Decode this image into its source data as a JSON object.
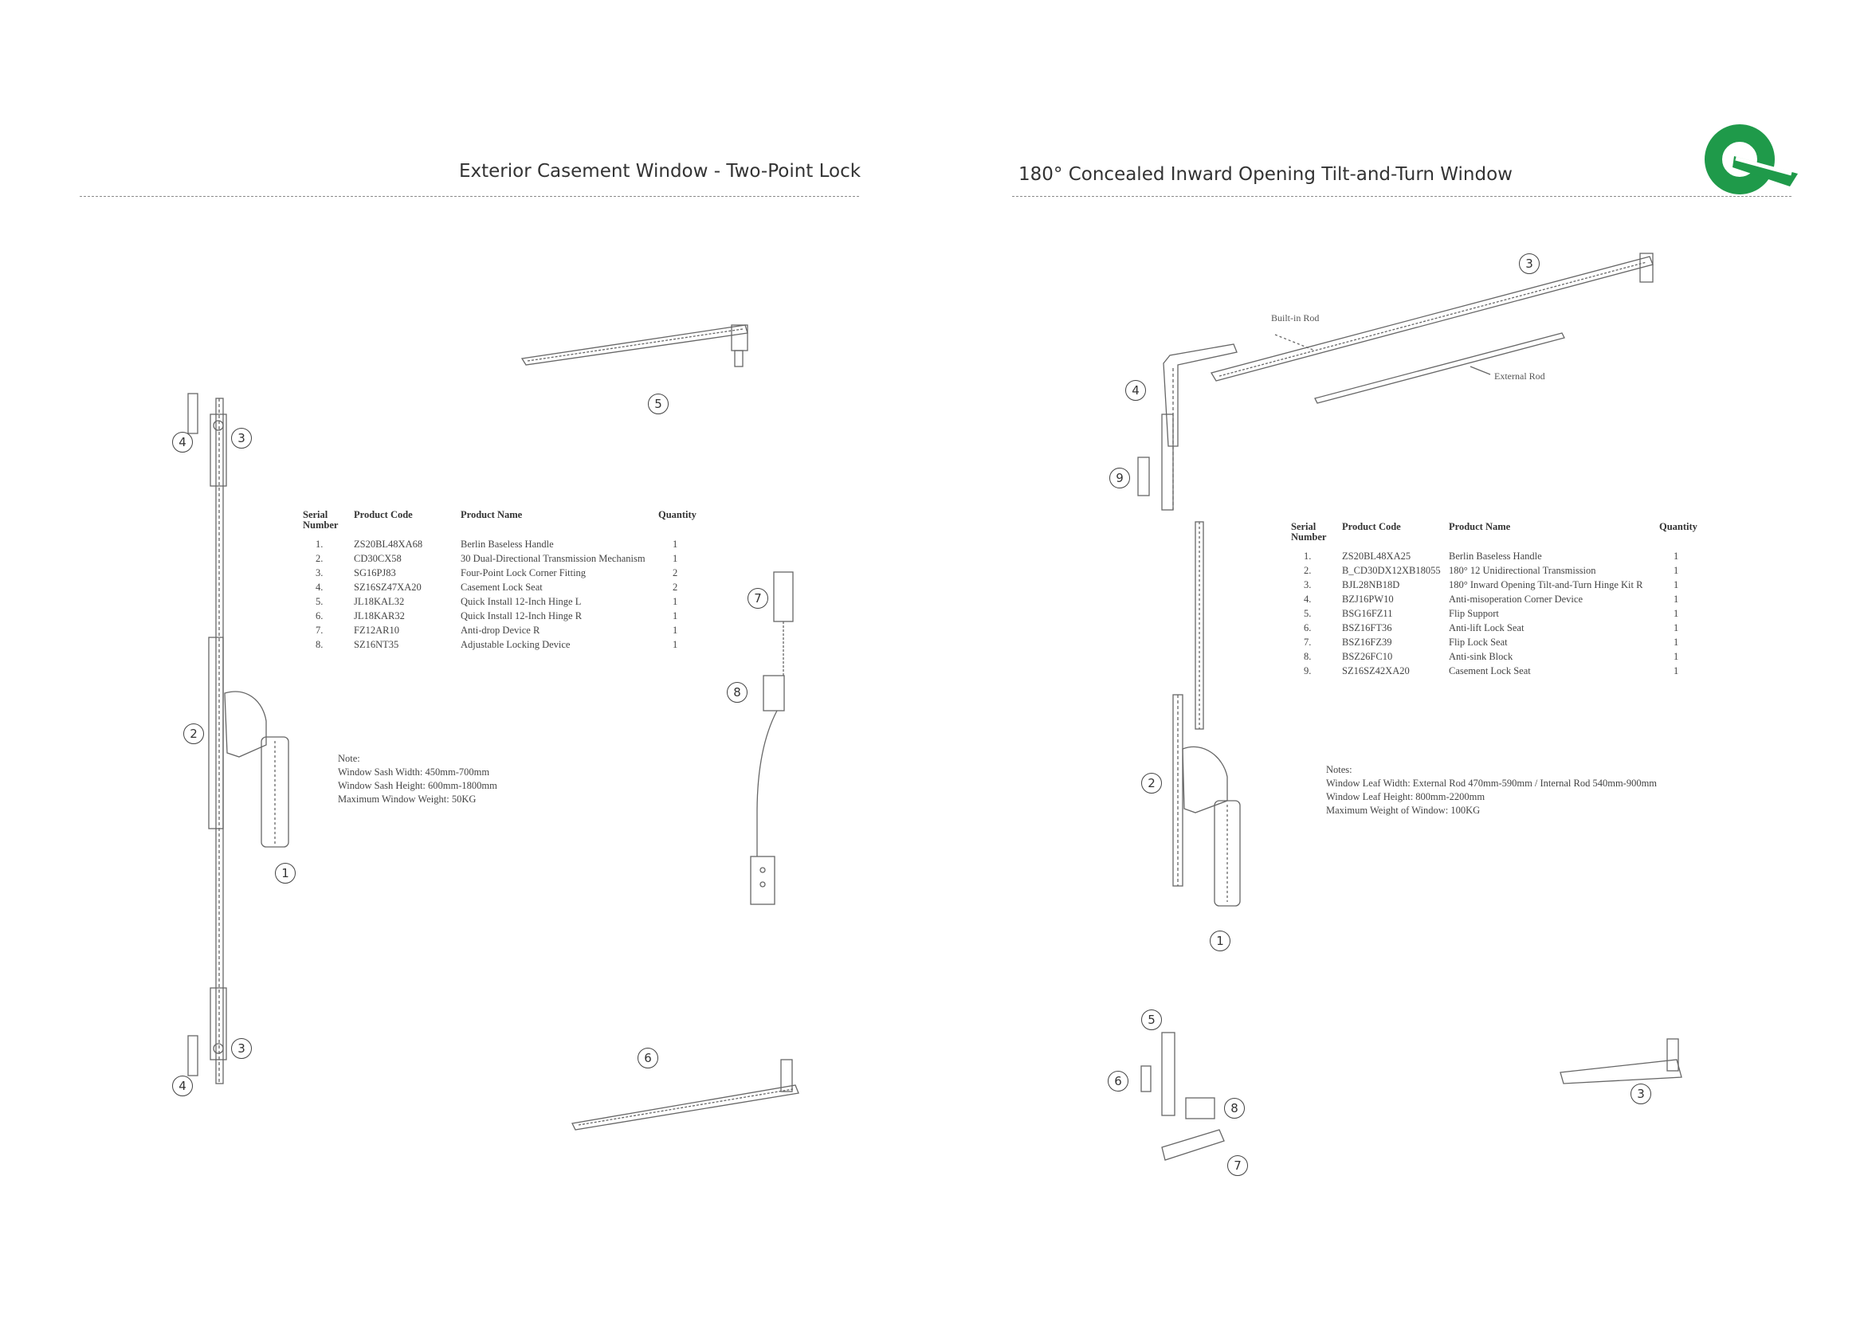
{
  "left": {
    "title": "Exterior Casement Window - Two-Point Lock",
    "table": {
      "headers": {
        "serial": "Serial Number",
        "code": "Product Code",
        "name": "Product Name",
        "qty": "Quantity"
      },
      "rows": [
        {
          "serial": "1.",
          "code": "ZS20BL48XA68",
          "name": "Berlin Baseless Handle",
          "qty": "1"
        },
        {
          "serial": "2.",
          "code": "CD30CX58",
          "name": "30 Dual-Directional Transmission Mechanism",
          "qty": "1"
        },
        {
          "serial": "3.",
          "code": "SG16PJ83",
          "name": "Four-Point Lock Corner Fitting",
          "qty": "2"
        },
        {
          "serial": "4.",
          "code": "SZ16SZ47XA20",
          "name": "Casement Lock Seat",
          "qty": "2"
        },
        {
          "serial": "5.",
          "code": "JL18KAL32",
          "name": "Quick Install 12-Inch Hinge L",
          "qty": "1"
        },
        {
          "serial": "6.",
          "code": "JL18KAR32",
          "name": "Quick Install 12-Inch Hinge R",
          "qty": "1"
        },
        {
          "serial": "7.",
          "code": "FZ12AR10",
          "name": "Anti-drop Device R",
          "qty": "1"
        },
        {
          "serial": "8.",
          "code": "SZ16NT35",
          "name": "Adjustable Locking Device",
          "qty": "1"
        }
      ]
    },
    "notes": [
      "Note:",
      "Window Sash Width: 450mm-700mm",
      "Window Sash Height: 600mm-1800mm",
      "Maximum Window Weight: 50KG"
    ],
    "labels": [
      "1",
      "2",
      "3",
      "3",
      "4",
      "4",
      "5",
      "6",
      "7",
      "8"
    ]
  },
  "right": {
    "title": "180° Concealed Inward Opening Tilt-and-Turn Window",
    "table": {
      "headers": {
        "serial": "Serial Number",
        "code": "Product Code",
        "name": "Product Name",
        "qty": "Quantity"
      },
      "rows": [
        {
          "serial": "1.",
          "code": "ZS20BL48XA25",
          "name": "Berlin Baseless Handle",
          "qty": "1"
        },
        {
          "serial": "2.",
          "code": "B_CD30DX12XB18055",
          "name": "180° 12 Unidirectional Transmission",
          "qty": "1"
        },
        {
          "serial": "3.",
          "code": "BJL28NB18D",
          "name": "180° Inward Opening Tilt-and-Turn Hinge Kit R",
          "qty": "1"
        },
        {
          "serial": "4.",
          "code": "BZJ16PW10",
          "name": "Anti-misoperation Corner Device",
          "qty": "1"
        },
        {
          "serial": "5.",
          "code": "BSG16FZ11",
          "name": "Flip Support",
          "qty": "1"
        },
        {
          "serial": "6.",
          "code": "BSZ16FT36",
          "name": "Anti-lift Lock Seat",
          "qty": "1"
        },
        {
          "serial": "7.",
          "code": "BSZ16FZ39",
          "name": "Flip Lock Seat",
          "qty": "1"
        },
        {
          "serial": "8.",
          "code": "BSZ26FC10",
          "name": "Anti-sink Block",
          "qty": "1"
        },
        {
          "serial": "9.",
          "code": "SZ16SZ42XA20",
          "name": "Casement Lock Seat",
          "qty": "1"
        }
      ]
    },
    "notes": [
      "Notes:",
      "Window Leaf Width: External Rod 470mm-590mm / Internal Rod 540mm-900mm",
      "Window Leaf Height: 800mm-2200mm",
      "Maximum Weight of Window: 100KG"
    ],
    "callouts": {
      "built_in_rod": "Built-in Rod",
      "external_rod": "External Rod"
    },
    "labels": [
      "1",
      "2",
      "3",
      "3",
      "4",
      "5",
      "6",
      "7",
      "8",
      "9"
    ]
  },
  "colors": {
    "logo_green": "#1f9a4a",
    "rule": "#8a8a8a",
    "ink": "#333333"
  }
}
